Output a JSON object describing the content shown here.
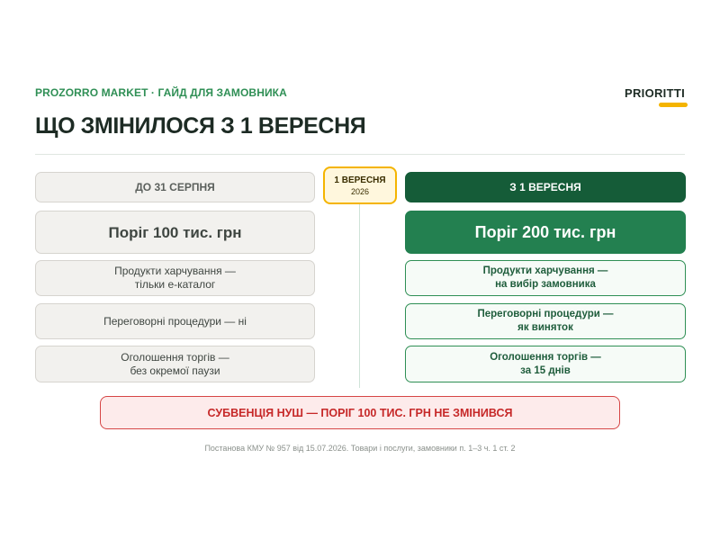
{
  "header": {
    "kicker": "PROZORRO MARKET · ГАЙД ДЛЯ ЗАМОВНИКА",
    "brand": "PRIORITTI",
    "title": "ЩО ЗМІНИЛОСЯ З 1 ВЕРЕСНЯ"
  },
  "divider": {
    "date_line1": "1 ВЕРЕСНЯ",
    "date_line2": "2026"
  },
  "before": {
    "header": "ДО 31 СЕРПНЯ",
    "threshold": "Поріг 100 тис. грн",
    "items": [
      [
        "Продукти харчування —",
        "тільки е-каталог"
      ],
      [
        "Переговорні процедури — ні"
      ],
      [
        "Оголошення торгів —",
        "без окремої паузи"
      ]
    ]
  },
  "after": {
    "header": "З 1 ВЕРЕСНЯ",
    "threshold": "Поріг 200 тис. грн",
    "items": [
      [
        "Продукти харчування —",
        "на вибір замовника"
      ],
      [
        "Переговорні процедури —",
        "як виняток"
      ],
      [
        "Оголошення торгів —",
        "за 15 днів"
      ]
    ]
  },
  "notice": "СУБВЕНЦІЯ НУШ — ПОРІГ 100 ТИС. ГРН НЕ ЗМІНИВСЯ",
  "footnote": "Постанова КМУ № 957 від 15.07.2026. Товари і послуги, замовники п. 1–3 ч. 1 ст. 2",
  "colors": {
    "accent_green": "#238050",
    "dark_green": "#155c38",
    "brand_yellow": "#f4b400",
    "alert_red": "#c62828"
  }
}
